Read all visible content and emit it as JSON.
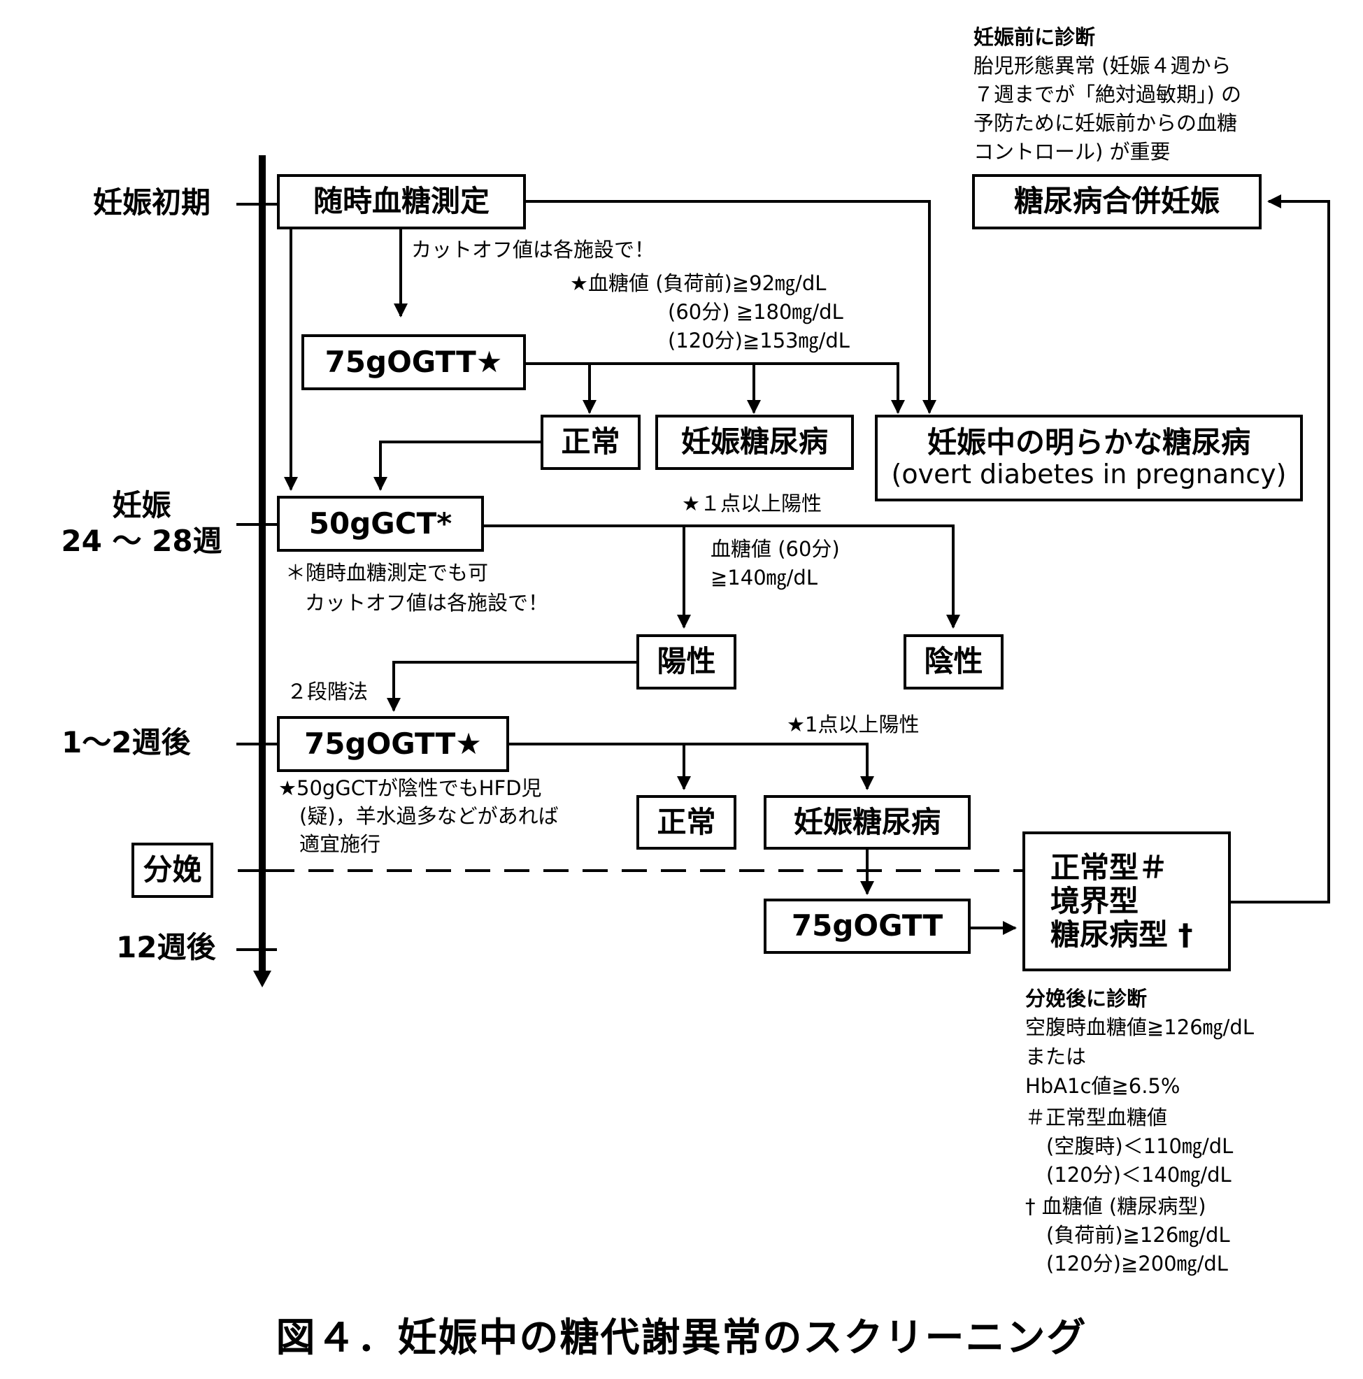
{
  "timeline": {
    "early": "妊娠初期",
    "mid_1": "妊娠",
    "mid_2": "24 ～ 28週",
    "followup": "1～2週後",
    "delivery": "分娩",
    "weeks12": "12週後"
  },
  "boxes": {
    "random_glucose": "随時血糖測定",
    "ogtt_early": "75gOGTT★",
    "normal_early": "正常",
    "gdm_early": "妊娠糖尿病",
    "overt_line1": "妊娠中の明らかな糖尿病",
    "overt_line2": "(overt diabetes in pregnancy)",
    "gct": "50gGCT*",
    "positive": "陽性",
    "negative": "陰性",
    "ogtt_followup": "75gOGTT★",
    "normal_followup": "正常",
    "gdm_followup": "妊娠糖尿病",
    "ogtt_postpartum": "75gOGTT",
    "result_line1": "正常型＃",
    "result_line2": "境界型",
    "result_line3": "糖尿病型 †",
    "pregestational": "糖尿病合併妊娠"
  },
  "labels": {
    "cutoff_1": "カットオフ値は各施設で！",
    "criteria_1": "★血糖値 (負荷前)≧92㎎/dL",
    "criteria_2": "(60分) ≧180㎎/dL",
    "criteria_3": "(120分)≧153㎎/dL",
    "one_point_positive_1": "★１点以上陽性",
    "gct_criteria_1": "血糖値 (60分)",
    "gct_criteria_2": "≧140㎎/dL",
    "gct_note_1": "＊随時血糖測定でも可",
    "gct_note_2": "カットオフ値は各施設で！",
    "two_step": "２段階法",
    "one_point_positive_2": "★1点以上陽性",
    "ogtt_note_1": "★50gGCTが陰性でもHFD児",
    "ogtt_note_2": "(疑)，羊水過多などがあれば",
    "ogtt_note_3": "適宜施行"
  },
  "pre_note": {
    "heading": "妊娠前に診断",
    "line1": "胎児形態異常 (妊娠４週から",
    "line2": "７週までが「絶対過敏期」) の",
    "line3": "予防ために妊娠前からの血糖",
    "line4": "コントロール) が重要"
  },
  "post_note": {
    "heading": "分娩後に診断",
    "line1": "空腹時血糖値≧126㎎/dL",
    "line2": "または",
    "line3": "HbA1c値≧6.5%",
    "line4": "＃正常型血糖値",
    "line5": "(空腹時)＜110㎎/dL",
    "line6": "(120分)＜140㎎/dL",
    "line7": "† 血糖値 (糖尿病型)",
    "line8": "(負荷前)≧126㎎/dL",
    "line9": "(120分)≧200㎎/dL"
  },
  "caption": "図４．妊娠中の糖代謝異常のスクリーニング"
}
